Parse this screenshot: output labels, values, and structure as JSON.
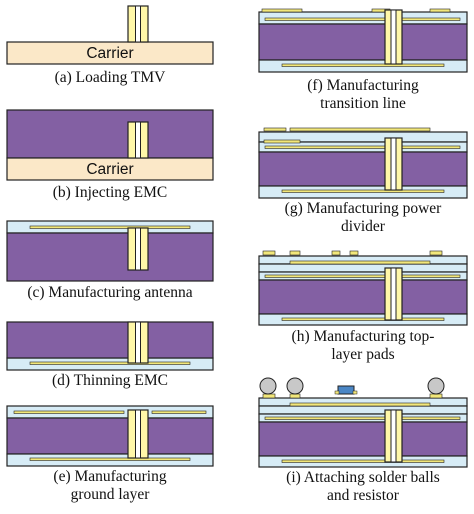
{
  "figure": {
    "panels": [
      {
        "id": "a",
        "caption_lines": [
          "(a) Loading TMV"
        ],
        "stage": "loading-tmv"
      },
      {
        "id": "b",
        "caption_lines": [
          "(b) Injecting EMC"
        ],
        "stage": "injecting-emc"
      },
      {
        "id": "c",
        "caption_lines": [
          "(c) Manufacturing antenna"
        ],
        "stage": "antenna"
      },
      {
        "id": "d",
        "caption_lines": [
          "(d) Thinning EMC"
        ],
        "stage": "thinning"
      },
      {
        "id": "e",
        "caption_lines": [
          "(e) Manufacturing",
          "ground layer"
        ],
        "stage": "ground"
      },
      {
        "id": "f",
        "caption_lines": [
          "(f) Manufacturing",
          "transition line"
        ],
        "stage": "transition"
      },
      {
        "id": "g",
        "caption_lines": [
          "(g) Manufacturing power",
          "divider"
        ],
        "stage": "divider"
      },
      {
        "id": "h",
        "caption_lines": [
          "(h) Manufacturing top-",
          "layer pads"
        ],
        "stage": "pads"
      },
      {
        "id": "i",
        "caption_lines": [
          "(i) Attaching solder balls",
          "and resistor"
        ],
        "stage": "solder"
      }
    ],
    "labels": {
      "carrier": "Carrier"
    }
  }
}
